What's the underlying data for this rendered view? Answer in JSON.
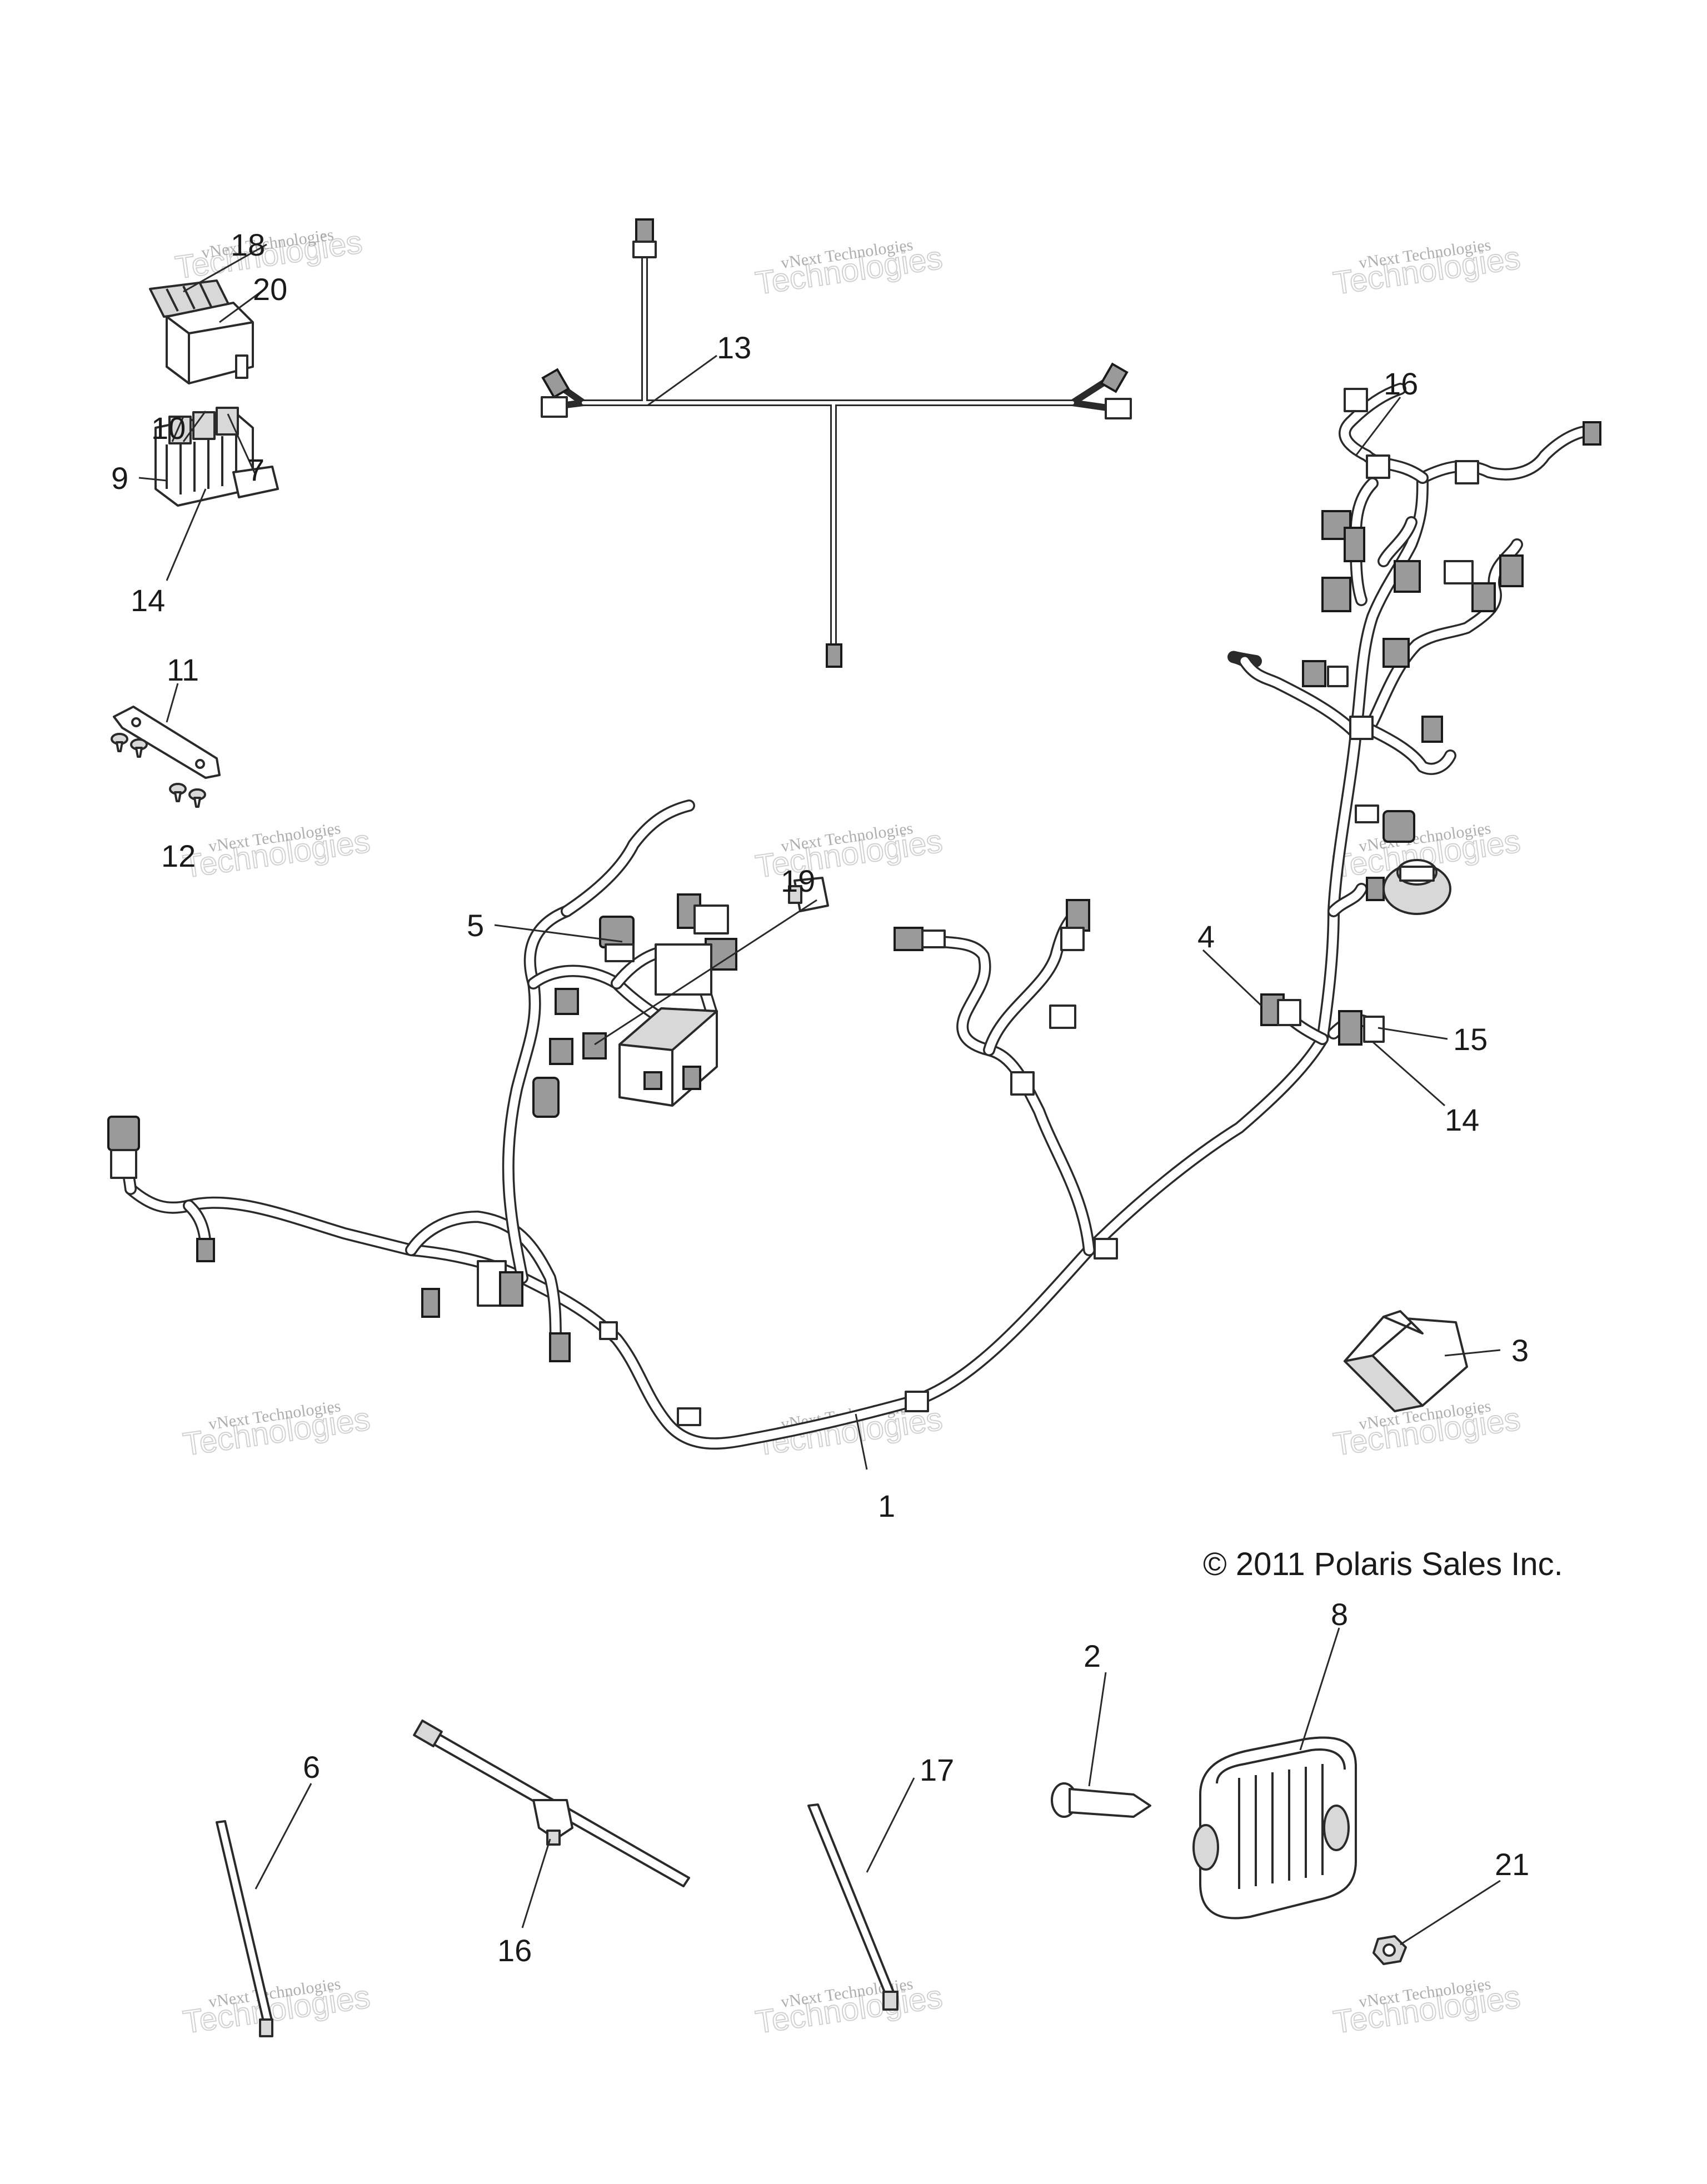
{
  "callouts": {
    "c18": "18",
    "c20": "20",
    "c13": "13",
    "c16a": "16",
    "c10a": "10",
    "c7": "7",
    "c9": "9",
    "c14a": "14",
    "c11": "11",
    "c12": "12",
    "c19": "19",
    "c5": "5",
    "c4": "4",
    "c15": "15",
    "c14b": "14",
    "c3": "3",
    "c1": "1",
    "c2": "2",
    "c8": "8",
    "c6": "6",
    "c16b": "16",
    "c17": "17",
    "c21": "21"
  },
  "copyright": "© 2011 Polaris Sales Inc.",
  "watermark": {
    "line1": "vNext Technologies",
    "line2": "Technologies"
  }
}
